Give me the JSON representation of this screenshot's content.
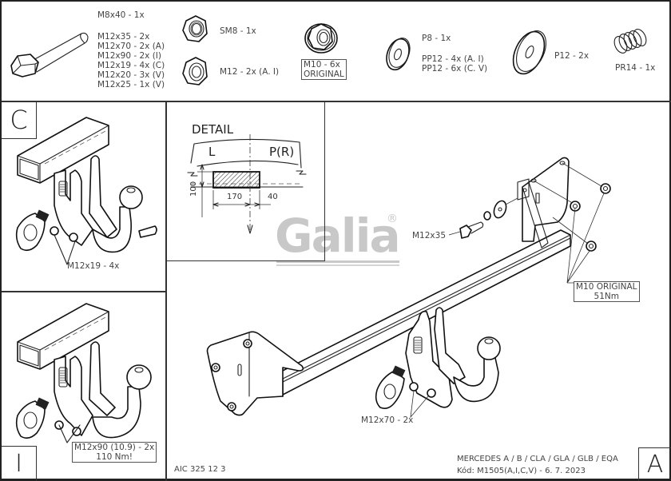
{
  "parts_header": {
    "bolt": {
      "icon": "hex-bolt-icon",
      "lines": [
        "M8x40 - 1x",
        "",
        "M12x35 - 2x",
        "M12x70 - 2x (A)",
        "M12x90 - 2x (I)",
        "M12x19 - 4x (C)",
        "M12x20 - 3x (V)",
        "M12x25 - 1x (V)"
      ]
    },
    "lock_nut": {
      "icon": "self-locking-nut-icon",
      "label": "SM8 - 1x"
    },
    "hex_nut": {
      "icon": "hex-nut-icon",
      "label": "M12 - 2x (A. I)"
    },
    "flange_nut": {
      "icon": "flange-nut-icon",
      "label_line1": "M10 - 6x",
      "label_line2": "ORIGINAL"
    },
    "small_washer": {
      "icon": "washer-icon",
      "label1": "P8 - 1x",
      "label2": "PP12 - 4x (A. I)",
      "label3": "PP12 - 6x (C. V)"
    },
    "large_washer": {
      "icon": "large-washer-icon",
      "label": "P12 - 2x"
    },
    "spring": {
      "icon": "spring-washer-icon",
      "label": "PR14 - 1x"
    }
  },
  "panel_c": {
    "letter": "C",
    "callout": "M12x19 - 4x"
  },
  "panel_i": {
    "letter": "I",
    "callout_line1": "M12x90 (10.9) - 2x",
    "callout_line2": "110 Nm!"
  },
  "detail": {
    "title": "DETAIL",
    "left_label": "L",
    "right_label": "P(R)",
    "dim_height": "100",
    "dim_left": "170",
    "dim_right": "40"
  },
  "main": {
    "letter": "A",
    "callout_bolt": "M12x35",
    "callout_original_line1": "M10 ORIGINAL",
    "callout_original_line2": "51Nm",
    "callout_ball_bolts": "M12x70 - 2x",
    "doc_code": "AIC 325 12 3",
    "vehicle": "MERCEDES A / B / CLA / GLA / GLB / EQA",
    "code_line": "Kód: M1505(A,I,C,V) - 6. 7. 2023"
  },
  "watermark": {
    "brand": "Galia",
    "registered": "®",
    "color": "#c8c8c8"
  }
}
